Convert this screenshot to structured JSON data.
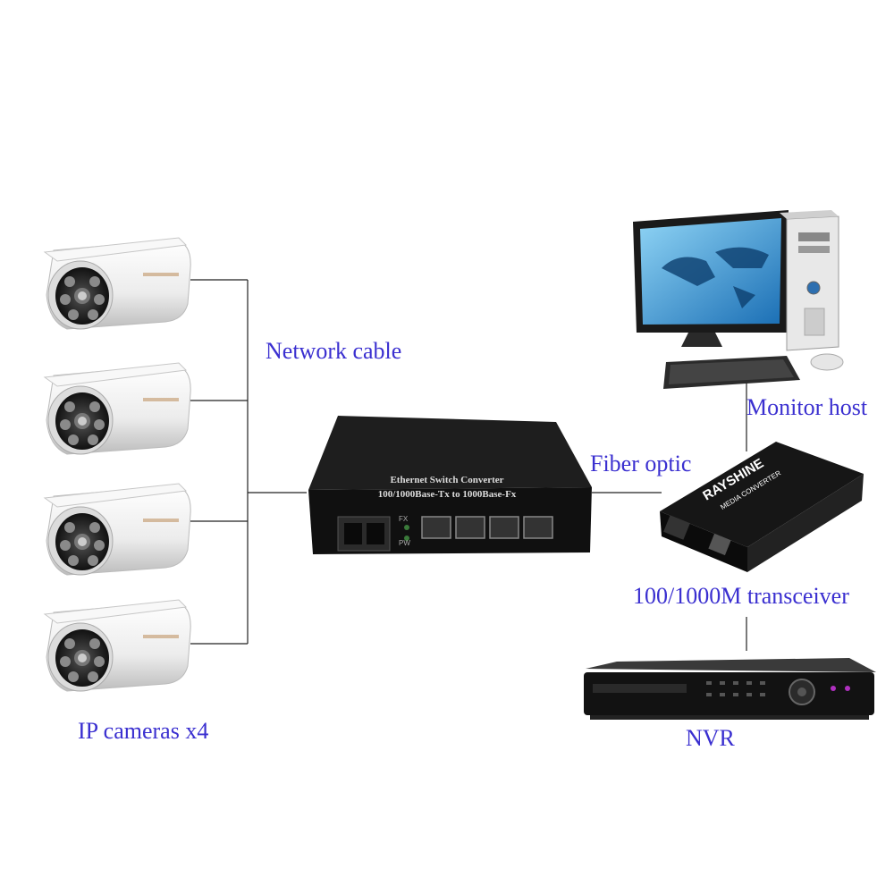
{
  "labels": {
    "network_cable": "Network cable",
    "ip_cameras": "IP cameras x4",
    "fiber_optic": "Fiber optic",
    "monitor_host": "Monitor host",
    "transceiver": "100/1000M transceiver",
    "nvr": "NVR"
  },
  "switch": {
    "title": "Ethernet  Switch Converter",
    "subtitle": "100/1000Base-Tx to 1000Base-Fx",
    "led_fx": "FX",
    "led_pw": "PW"
  },
  "media_converter": {
    "brand": "RAYSHINE",
    "model": "MEDIA CONVERTER"
  },
  "camera_count": 4,
  "colors": {
    "label_text": "#3a2fd0",
    "lines": "#222222",
    "device_black": "#151515",
    "camera_body": "#f2f2f2"
  }
}
